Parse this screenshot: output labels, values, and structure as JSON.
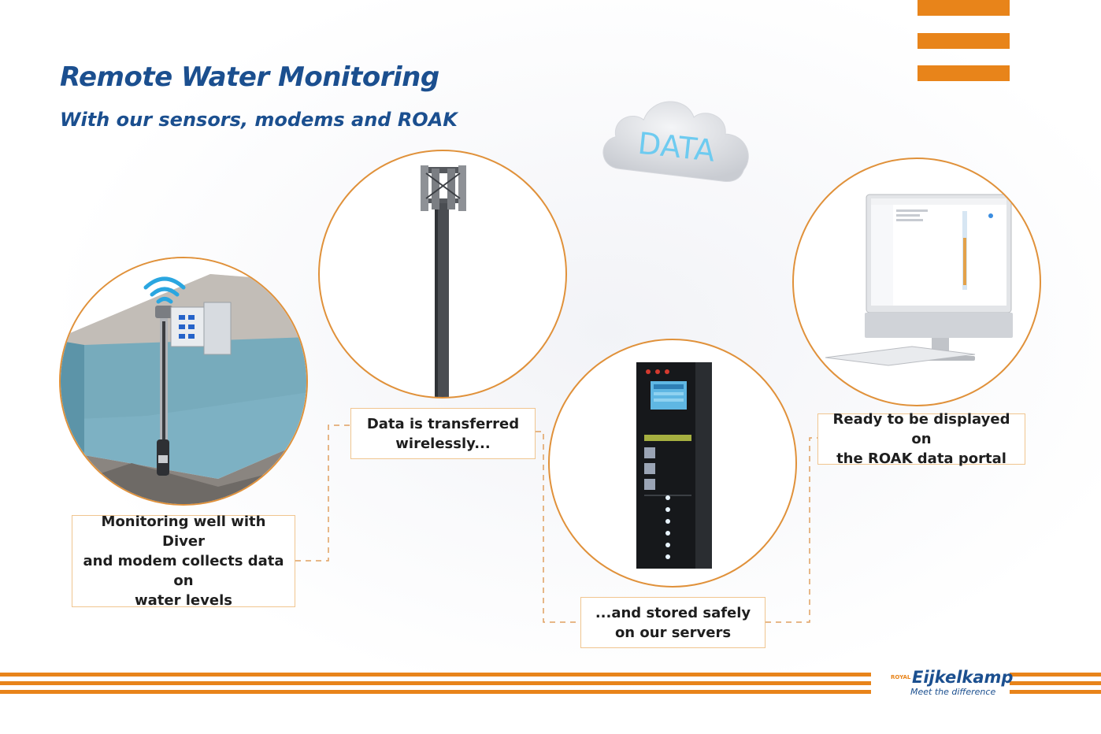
{
  "header": {
    "title": "Remote Water Monitoring",
    "subtitle": "With our sensors, modems and ROAK"
  },
  "cloud": {
    "label": "DATA"
  },
  "steps": [
    {
      "caption_line1": "Monitoring well with Diver",
      "caption_line2": "and modem collects data on",
      "caption_line3": "water levels"
    },
    {
      "caption_line1": "Data is transferred",
      "caption_line2": "wirelessly..."
    },
    {
      "caption_line1": "...and stored safely",
      "caption_line2": "on our servers"
    },
    {
      "caption_line1": "Ready to be displayed on",
      "caption_line2": "the ROAK data portal"
    }
  ],
  "brand": {
    "royal": "ROYAL",
    "name": "Eijkelkamp",
    "tagline": "Meet the difference"
  },
  "colors": {
    "accent": "#e8841a",
    "brand_blue": "#1b4f8f",
    "circle_border": "#e0913a",
    "caption_border": "#f0c58f"
  },
  "icons": [
    "menu-icon",
    "wifi-icon",
    "cloud-icon"
  ]
}
